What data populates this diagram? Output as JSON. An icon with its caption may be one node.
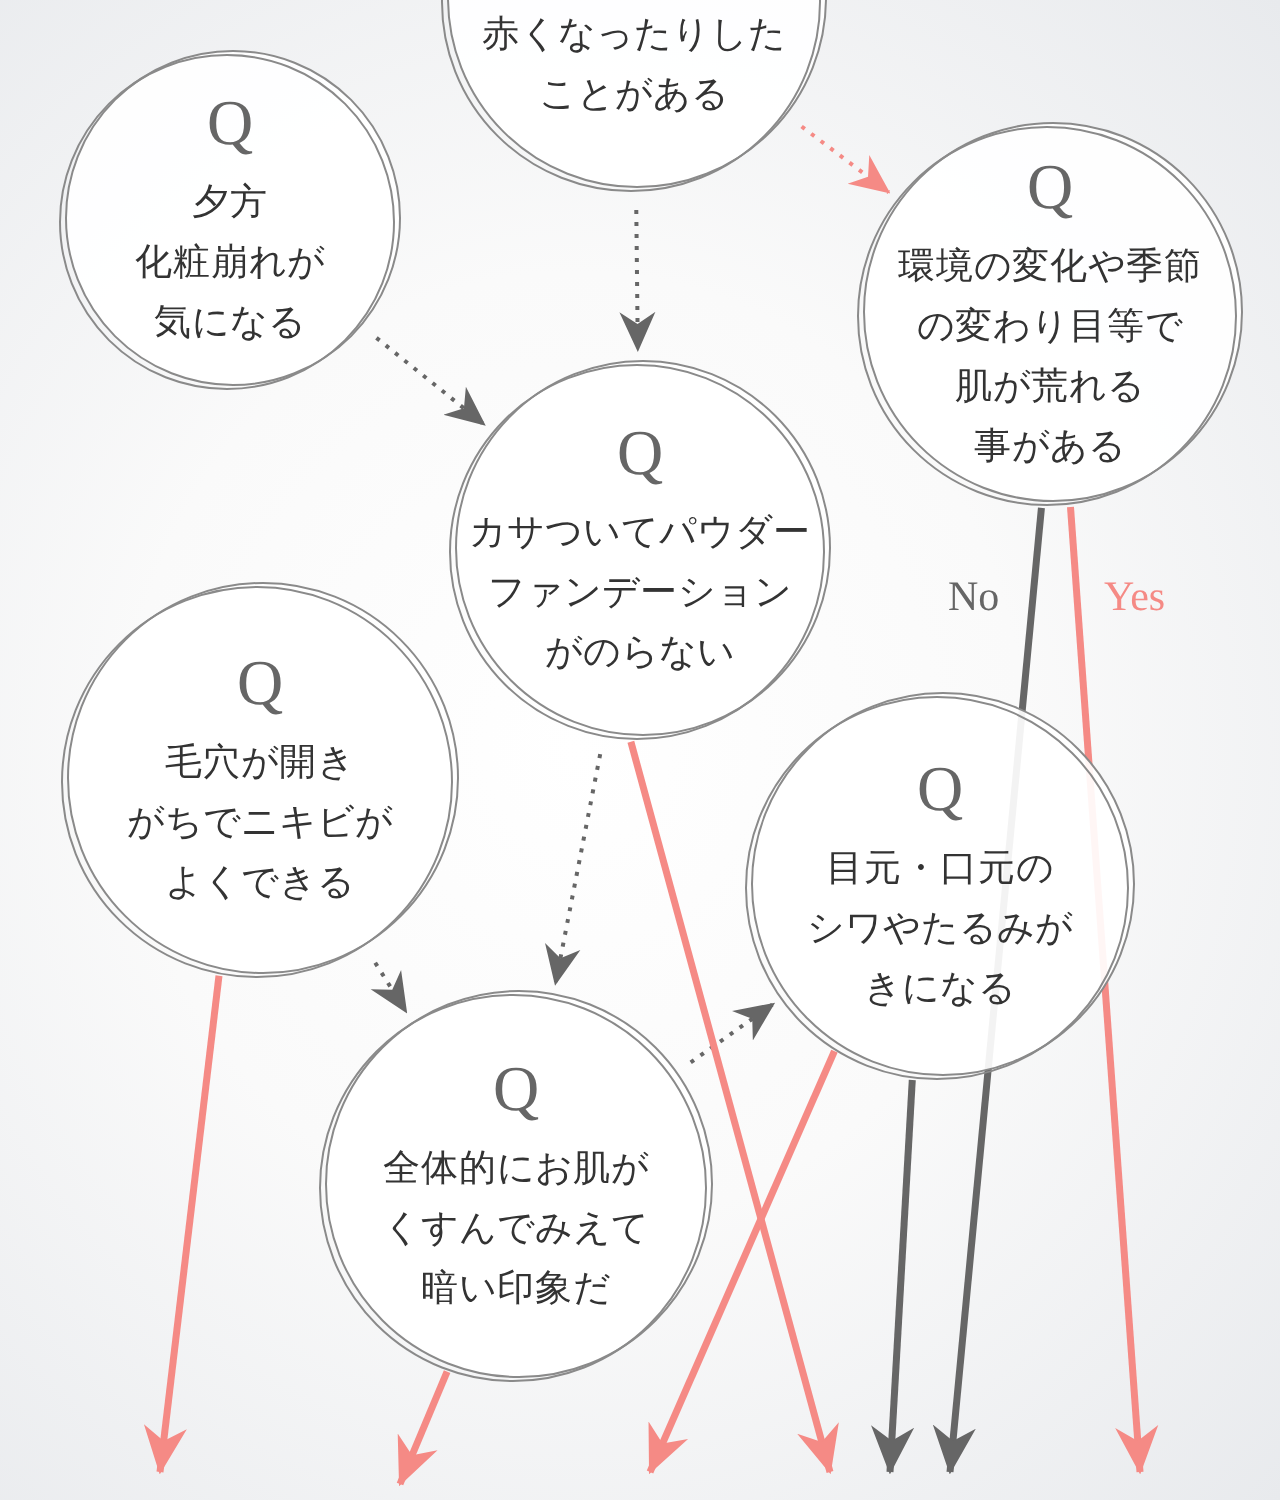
{
  "diagram": {
    "nodes": [
      {
        "text": [
          "赤くなったりしたことがある"
        ]
      },
      {
        "text": [
          "Q",
          "夕方化粧崩れが気になる"
        ]
      },
      {
        "text": [
          "Q",
          "環境の変化や季節の変わり目等で肌が荒れる事がある"
        ]
      },
      {
        "text": [
          "Q",
          "カサついてパウダーファンデーションがのらない"
        ]
      },
      {
        "text": [
          "Q",
          "毛穴が開きがちでニキビがよくできる"
        ]
      },
      {
        "text": [
          "Q",
          "目元・口元のシワやたるみがきになる"
        ]
      },
      {
        "text": [
          "Q",
          "全体的にお肌がくすんでみえて暗い印象だ"
        ]
      }
    ],
    "edges": [
      {
        "from": 0,
        "to": 2,
        "arrow": "to",
        "style": "dashed",
        "color": "#f58a85"
      },
      {
        "from": 0,
        "to": 3,
        "arrow": "to",
        "style": "dashed"
      },
      {
        "from": 1,
        "to": 3,
        "arrow": "to",
        "style": "dashed"
      },
      {
        "from": 3,
        "to": 6,
        "arrow": "to",
        "style": "dashed"
      },
      {
        "from": 4,
        "to": 6,
        "arrow": "to",
        "style": "dashed"
      },
      {
        "from": 6,
        "to": 5,
        "arrow": "to",
        "style": "dashed"
      },
      {
        "from": 2,
        "to": null,
        "arrow": "to",
        "label": "No"
      },
      {
        "from": 2,
        "to": null,
        "arrow": "to",
        "label": "Yes",
        "color": "#f58a85"
      },
      {
        "from": 3,
        "to": null,
        "arrow": "to",
        "color": "#f58a85"
      },
      {
        "from": 4,
        "to": null,
        "arrow": "to",
        "color": "#f58a85"
      },
      {
        "from": 5,
        "to": null,
        "arrow": "to",
        "color": "#f58a85"
      },
      {
        "from": 5,
        "to": null,
        "arrow": "to"
      },
      {
        "from": 6,
        "to": null,
        "arrow": "to",
        "color": "#f58a85"
      }
    ]
  }
}
